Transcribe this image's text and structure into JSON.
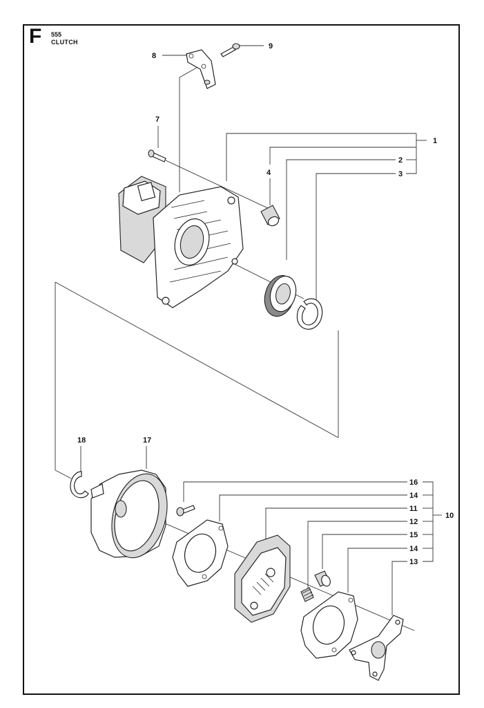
{
  "header": {
    "section_letter": "F",
    "model_number": "555",
    "section_title": "CLUTCH"
  },
  "callouts": [
    {
      "id": "1",
      "label": "1"
    },
    {
      "id": "2",
      "label": "2"
    },
    {
      "id": "3",
      "label": "3"
    },
    {
      "id": "4",
      "label": "4"
    },
    {
      "id": "7",
      "label": "7"
    },
    {
      "id": "8",
      "label": "8"
    },
    {
      "id": "9",
      "label": "9"
    },
    {
      "id": "10",
      "label": "10"
    },
    {
      "id": "11",
      "label": "11"
    },
    {
      "id": "12",
      "label": "12"
    },
    {
      "id": "13",
      "label": "13"
    },
    {
      "id": "14a",
      "label": "14"
    },
    {
      "id": "14b",
      "label": "14"
    },
    {
      "id": "15",
      "label": "15"
    },
    {
      "id": "16",
      "label": "16"
    },
    {
      "id": "17",
      "label": "17"
    },
    {
      "id": "18",
      "label": "18"
    }
  ]
}
